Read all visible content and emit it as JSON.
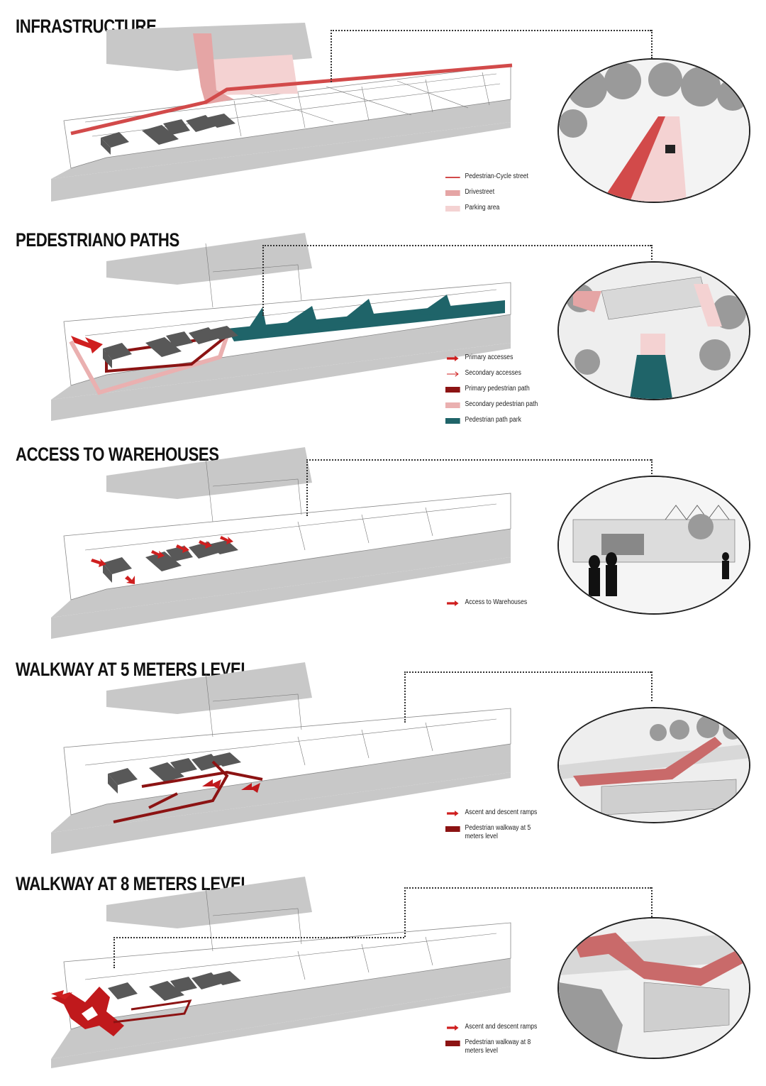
{
  "colors": {
    "cycle_street": "#d24a4a",
    "drivestreet": "#e5a5a5",
    "parking": "#f4d2d2",
    "primary_access": "#cf1f1f",
    "primary_path": "#8c1313",
    "secondary_path": "#eab0b0",
    "park_path": "#1f6469",
    "walkway": "#c0191c",
    "ground": "#c8c8c8",
    "building": "#585858"
  },
  "panels": [
    {
      "title": "INFRASTRUCTURE",
      "legend": [
        {
          "label": "Pedestrian-Cycle street",
          "swatch": "line",
          "color": "#d24a4a"
        },
        {
          "label": "Drivestreet",
          "swatch": "box",
          "color": "#e5a5a5"
        },
        {
          "label": "Parking area",
          "swatch": "box",
          "color": "#f4d2d2"
        }
      ]
    },
    {
      "title": "PEDESTRIANO PATHS",
      "legend": [
        {
          "label": "Primary accesses",
          "swatch": "arrow",
          "color": "#cf1f1f"
        },
        {
          "label": "Secondary accesses",
          "swatch": "thin-arrow",
          "color": "#cf1f1f"
        },
        {
          "label": "Primary pedestrian path",
          "swatch": "box",
          "color": "#8c1313"
        },
        {
          "label": "Secondary pedestrian path",
          "swatch": "box",
          "color": "#eab0b0"
        },
        {
          "label": "Pedestrian path park",
          "swatch": "box",
          "color": "#1f6469"
        }
      ]
    },
    {
      "title": "ACCESS TO WAREHOUSES",
      "legend": [
        {
          "label": "Access to Warehouses",
          "swatch": "arrow",
          "color": "#cf1f1f"
        }
      ]
    },
    {
      "title": "WALKWAY AT 5 METERS LEVEL",
      "legend": [
        {
          "label": "Ascent and descent ramps",
          "swatch": "arrow",
          "color": "#cf1f1f"
        },
        {
          "label": "Pedestrian walkway at 5 meters level",
          "swatch": "box",
          "color": "#8c1313"
        }
      ]
    },
    {
      "title": "WALKWAY AT 8 METERS LEVEL",
      "legend": [
        {
          "label": "Ascent and descent ramps",
          "swatch": "arrow",
          "color": "#cf1f1f"
        },
        {
          "label": "Pedestrian walkway at 8 meters level",
          "swatch": "box",
          "color": "#8c1313"
        }
      ]
    }
  ]
}
